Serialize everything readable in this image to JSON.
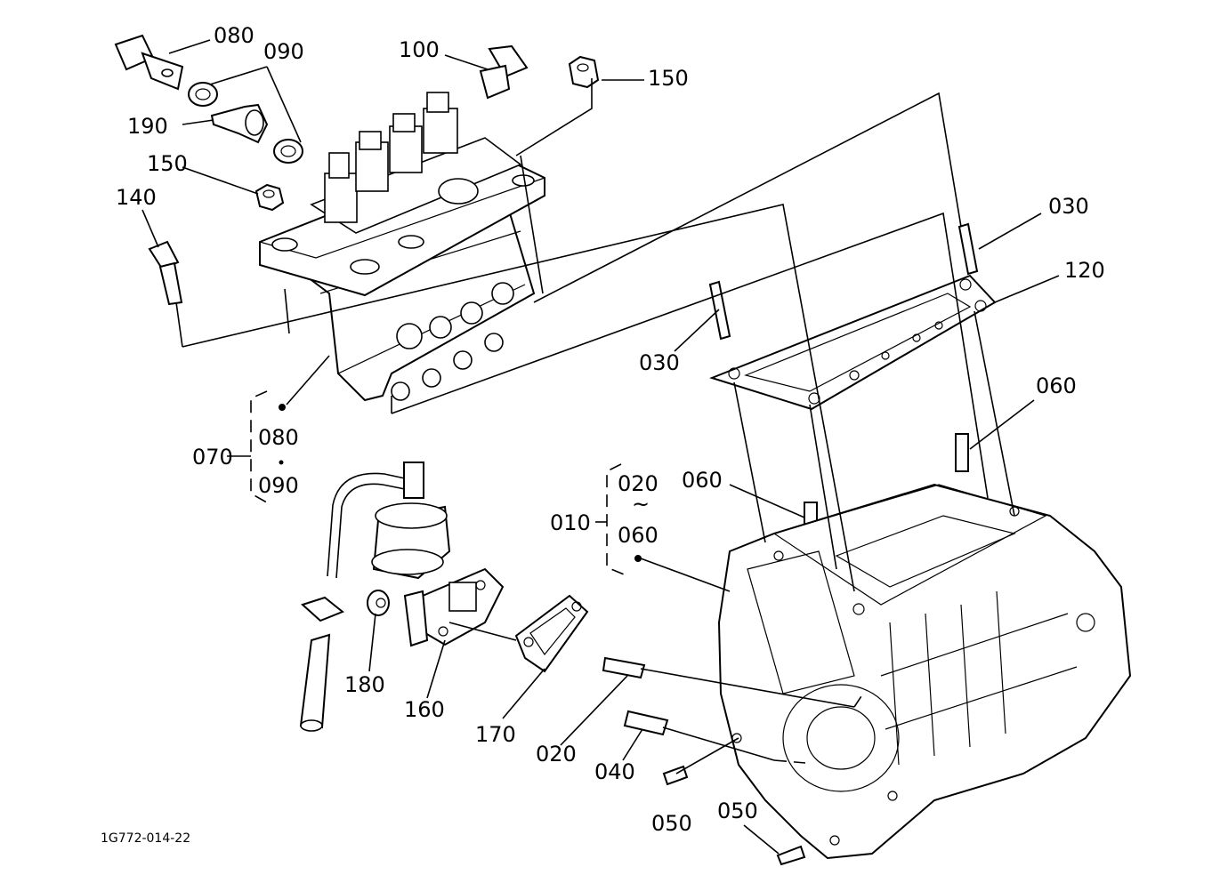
{
  "labels": {
    "p080_top": "080",
    "p090_top": "090",
    "p100": "100",
    "p150_top": "150",
    "p190": "190",
    "p150_left": "150",
    "p140": "140",
    "p030_right": "030",
    "p120": "120",
    "p030_left": "030",
    "p060_right": "060",
    "p060_mid": "060",
    "p070": "070",
    "p070_sub_080": "080",
    "p070_sub_090": "090",
    "p010": "010",
    "p010_sub_020": "020",
    "p010_sub_tilde": "~",
    "p010_sub_060": "060",
    "p180": "180",
    "p160": "160",
    "p170": "170",
    "p020": "020",
    "p040": "040",
    "p050_left": "050",
    "p050_right": "050"
  },
  "drawing_code": "1G772-014-22"
}
